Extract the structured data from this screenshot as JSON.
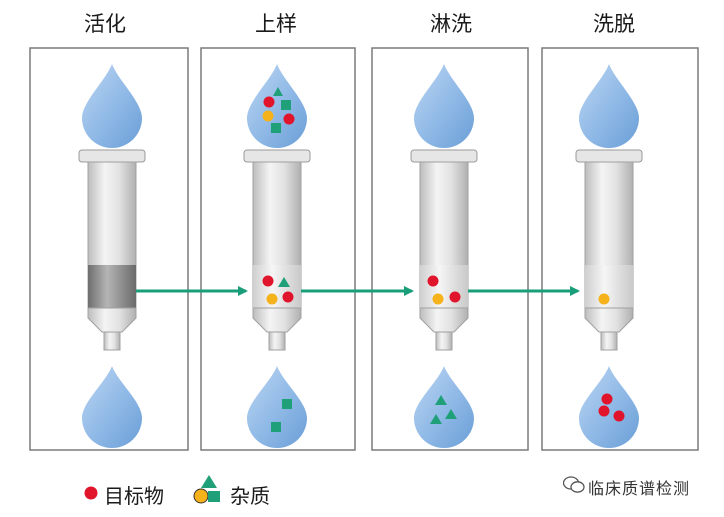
{
  "steps": [
    {
      "title": "活化"
    },
    {
      "title": "上样"
    },
    {
      "title": "淋洗"
    },
    {
      "title": "洗脱"
    }
  ],
  "legend": {
    "target_label": "目标物",
    "impurity_label": "杂质"
  },
  "watermark": "临床质谱检测",
  "colors": {
    "target": "#e0142b",
    "impurity_yellow": "#f5b21a",
    "impurity_green": "#1fa078",
    "arrow": "#1a9e7a",
    "drop_fill": "#8eb8e6",
    "frame": "#7a7a7a",
    "column_body": "#d9d9d9",
    "sorbent": "#8c8c8c"
  }
}
